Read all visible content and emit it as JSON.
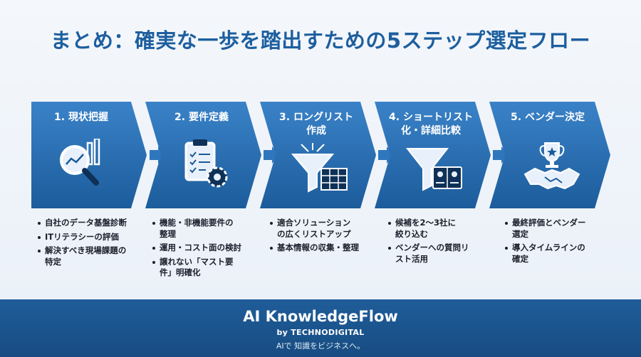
{
  "title": "まとめ：確実な一歩を踏出すための5ステップ選定フロー",
  "steps": [
    {
      "label": "1. 現状把握",
      "icon": "magnifier-chart-icon",
      "bullets": [
        "自社のデータ基盤診断",
        "ITリテラシーの評価",
        "解決すべき現場課題の\n特定"
      ]
    },
    {
      "label": "2. 要件定義",
      "icon": "clipboard-gear-icon",
      "bullets": [
        "機能・非機能要件の\n整理",
        "運用・コスト面の検討",
        "譲れない「マスト要\n件」明確化"
      ]
    },
    {
      "label": "3. ロングリスト\n作成",
      "icon": "funnel-table-icon",
      "bullets": [
        "適合ソリューション\nの広くリストアップ",
        "基本情報の収集・整理"
      ]
    },
    {
      "label": "4. ショートリスト\n化・詳細比較",
      "icon": "funnel-cards-icon",
      "bullets": [
        "候補を2〜3社に\n絞り込む",
        "ベンダーへの質問リ\nスト活用"
      ]
    },
    {
      "label": "5. ベンダー決定",
      "icon": "trophy-handshake-icon",
      "bullets": [
        "最終評価とベンダー\n選定",
        "導入タイムラインの\n確定"
      ]
    }
  ],
  "footer": {
    "brand": "AI KnowledgeFlow",
    "by": "by TECHNODIGITAL",
    "tagline": "AIで 知識をビジネスへ。"
  },
  "colors": {
    "title": "#1d5f9f",
    "step_light": "#2f77bd",
    "step_dark": "#1b5a98",
    "footer": "#1f5d99"
  }
}
